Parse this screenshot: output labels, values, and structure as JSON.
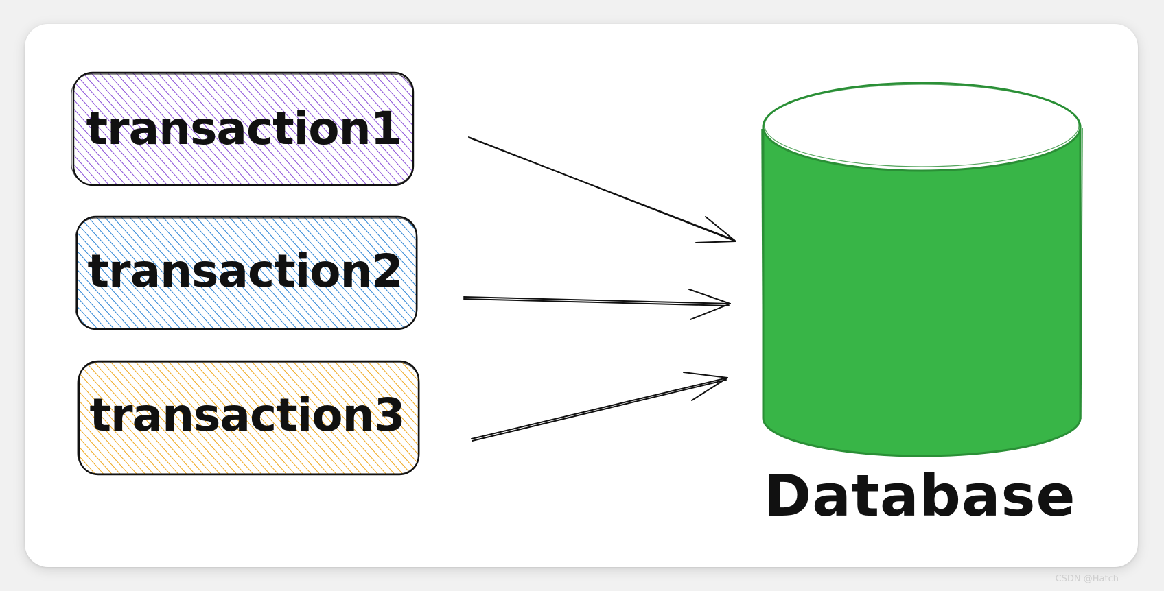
{
  "transactions": [
    {
      "label": "transaction1",
      "color": "#8a4fd8"
    },
    {
      "label": "transaction2",
      "color": "#2f86d6"
    },
    {
      "label": "transaction3",
      "color": "#f0a81e"
    }
  ],
  "database": {
    "label": "Database",
    "fill_color": "#38b547",
    "stroke_color": "#2a8f36"
  },
  "arrow_color": "#111111",
  "watermark": "CSDN @Hatch"
}
